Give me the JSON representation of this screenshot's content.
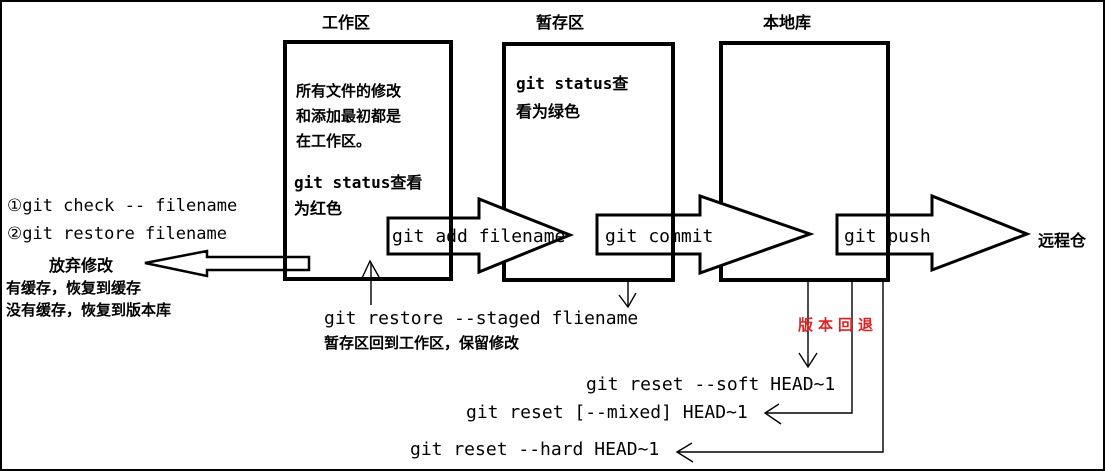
{
  "palette": {
    "ink": "#000000",
    "highlight_red": "#dd2222",
    "background": "#ffffff"
  },
  "areas": {
    "working": {
      "title": "工作区",
      "desc": [
        "所有文件的修改",
        "和添加最初都是",
        "在工作区。"
      ],
      "status": [
        "git status查看",
        "为红色"
      ]
    },
    "staging": {
      "title": "暂存区",
      "status": [
        "git status查",
        "看为绿色"
      ]
    },
    "local": {
      "title": "本地库"
    },
    "remote": {
      "label": "远程仓"
    }
  },
  "flow": {
    "add_label": "git add filename",
    "commit_label": "git commit",
    "push_label": "git push"
  },
  "left_notes": {
    "check_cmd": "①git check -- filename",
    "restore_cmd": "②git restore filename",
    "discard_label": "放弃修改",
    "cache_note": "有缓存，恢复到缓存",
    "no_cache_note": "没有缓存，恢复到版本库"
  },
  "unstage_note": {
    "cmd": "git restore --staged fliename",
    "desc": "暂存区回到工作区，保留修改"
  },
  "reset": {
    "title": "版本回退",
    "title_color": "#dd2222",
    "soft_cmd": "git reset --soft HEAD~1",
    "mixed_cmd": "git reset [--mixed] HEAD~1",
    "hard_cmd": "git reset --hard HEAD~1"
  }
}
